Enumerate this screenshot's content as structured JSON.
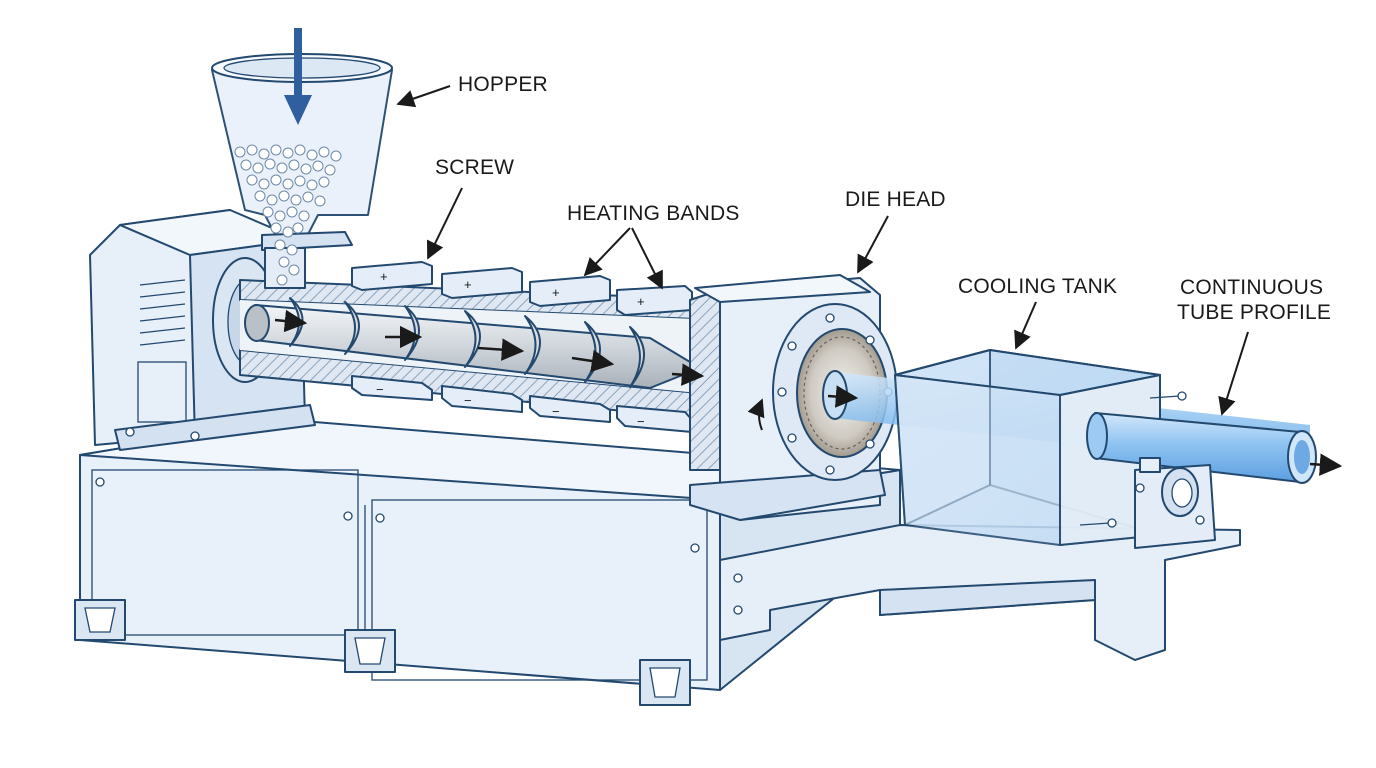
{
  "labels": {
    "hopper": "HOPPER",
    "screw": "SCREW",
    "heating_bands": "HEATING BANDS",
    "die_head": "DIE HEAD",
    "cooling_tank": "COOLING TANK",
    "tube_profile_line1": "CONTINUOUS",
    "tube_profile_line2": "TUBE PROFILE"
  },
  "band_marks": [
    "+",
    "+",
    "+",
    "+",
    "−",
    "−",
    "−",
    "−"
  ],
  "colors": {
    "outline": "#23496f",
    "machine_fill": "#eaf2fb",
    "machine_shade": "#d6e4f3",
    "barrel_hatch": "#9fb4cb",
    "screw_metal": "#c9ced4",
    "water": "#a9cdf2",
    "tube": "#79b5ee",
    "flow_arrow": "#2f5f9e",
    "label_text": "#1a1a1a"
  }
}
